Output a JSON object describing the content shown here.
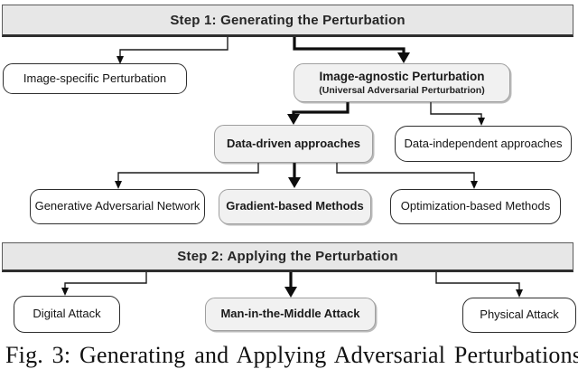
{
  "colors": {
    "bar_fill": "#e7e7e7",
    "bar_border": "#5a5a5a",
    "node_white_fill": "#ffffff",
    "node_gray_fill": "#f1f1f1",
    "node_border_dark": "#2e2e2e",
    "node_border_gray": "#9f9f9f",
    "text": "#141414",
    "arrow": "#0d0d0d"
  },
  "diagram": {
    "step1": {
      "title": "Step 1: Generating the Perturbation"
    },
    "step2": {
      "title": "Step 2: Applying the Perturbation"
    },
    "nodes": {
      "image_specific": {
        "label": "Image-specific Perturbation"
      },
      "image_agnostic": {
        "label": "Image-agnostic Perturbation",
        "sublabel": "(Universal Adversarial Perturbatrion)"
      },
      "data_driven": {
        "label": "Data-driven approaches"
      },
      "data_independent": {
        "label": "Data-independent approaches"
      },
      "gan": {
        "label": "Generative Adversarial Network"
      },
      "gradient": {
        "label": "Gradient-based Methods"
      },
      "optimization": {
        "label": "Optimization-based Methods"
      },
      "digital": {
        "label": "Digital Attack"
      },
      "mitm": {
        "label": "Man-in-the-Middle Attack"
      },
      "physical": {
        "label": "Physical Attack"
      }
    },
    "caption": "Fig. 3: Generating and Applying Adversarial Perturbations"
  }
}
